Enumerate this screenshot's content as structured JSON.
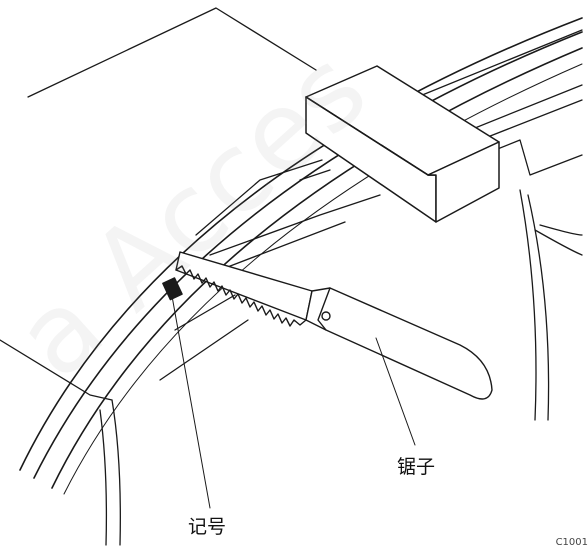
{
  "labels": {
    "saw": "锯子",
    "mark": "记号",
    "figure_code": "C1001"
  },
  "watermark": "a Acces",
  "colors": {
    "line": "#1a1a1a",
    "background": "#ffffff"
  }
}
